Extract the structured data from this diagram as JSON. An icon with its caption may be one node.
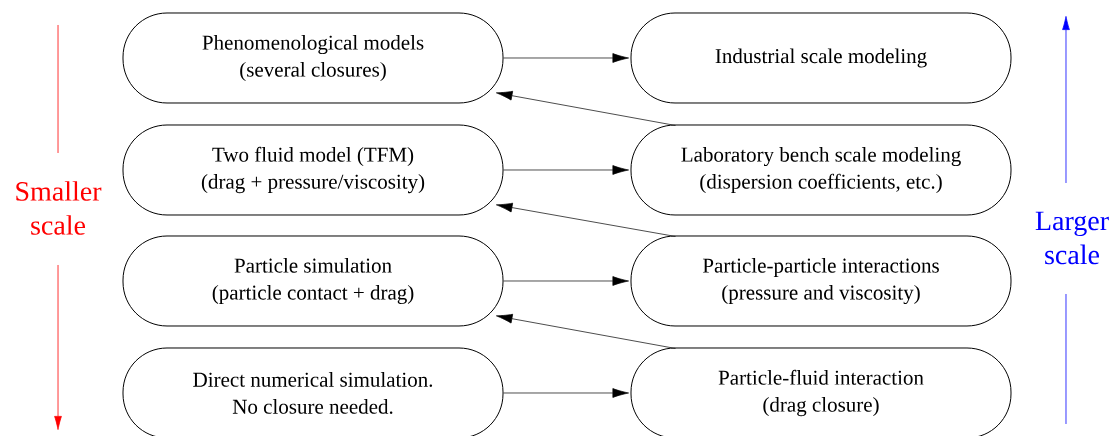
{
  "diagram": {
    "nodes": [
      {
        "text": [
          "Phenomenological models",
          "(several closures)"
        ]
      },
      {
        "text": [
          "Industrial scale modeling"
        ]
      },
      {
        "text": [
          "Two fluid model (TFM)",
          "(drag + pressure/viscosity)"
        ]
      },
      {
        "text": [
          "Laboratory bench scale modeling",
          "(dispersion coefficients, etc.)"
        ]
      },
      {
        "text": [
          "Particle simulation",
          "(particle contact + drag)"
        ]
      },
      {
        "text": [
          "Particle-particle interactions",
          "(pressure and viscosity)"
        ]
      },
      {
        "text": [
          "Direct numerical simulation.",
          "No closure needed."
        ]
      },
      {
        "text": [
          "Particle-fluid interaction",
          "(drag closure)"
        ]
      }
    ],
    "edges": [
      {
        "from": 0,
        "to": 1,
        "arrow": "to"
      },
      {
        "from": 3,
        "to": 0,
        "arrow": "to"
      },
      {
        "from": 2,
        "to": 3,
        "arrow": "to"
      },
      {
        "from": 5,
        "to": 2,
        "arrow": "to"
      },
      {
        "from": 4,
        "to": 5,
        "arrow": "to"
      },
      {
        "from": 7,
        "to": 4,
        "arrow": "to"
      },
      {
        "from": 6,
        "to": 7,
        "arrow": "to"
      }
    ],
    "labels": [
      "Smaller scale",
      "Larger scale"
    ]
  }
}
